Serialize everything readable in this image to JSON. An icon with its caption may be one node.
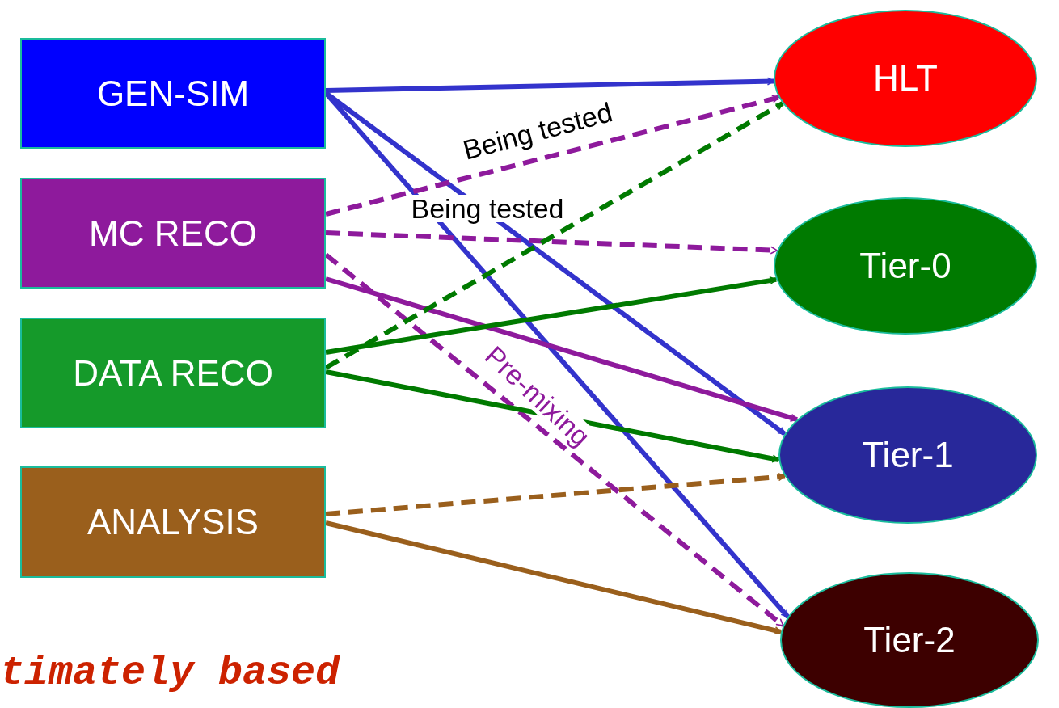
{
  "diagram": {
    "nodes": [
      {
        "text": [
          "GEN-SIM"
        ]
      },
      {
        "text": [
          "MC RECO"
        ]
      },
      {
        "text": [
          "DATA RECO"
        ]
      },
      {
        "text": [
          "ANALYSIS"
        ]
      },
      {
        "text": [
          "HLT"
        ]
      },
      {
        "text": [
          "Tier-0"
        ]
      },
      {
        "text": [
          "Tier-1"
        ]
      },
      {
        "text": [
          "Tier-2"
        ]
      }
    ],
    "edges": [
      {
        "from": 0,
        "to": 4,
        "arrow": "to",
        "color": "#3333cc"
      },
      {
        "from": 0,
        "to": 6,
        "arrow": "to",
        "color": "#3333cc"
      },
      {
        "from": 0,
        "to": 7,
        "arrow": "to",
        "color": "#3333cc"
      },
      {
        "from": 1,
        "to": 4,
        "arrow": "to",
        "style": "dashed",
        "color": "#8e1a9c",
        "label": "Being tested"
      },
      {
        "from": 1,
        "to": 5,
        "arrow": "to",
        "style": "dashed",
        "color": "#8e1a9c",
        "label": "Being tested"
      },
      {
        "from": 1,
        "to": 6,
        "arrow": "to",
        "color": "#8e1a9c"
      },
      {
        "from": 1,
        "to": 7,
        "arrow": "to",
        "style": "dashed",
        "color": "#8e1a9c",
        "label": "Pre-mixing"
      },
      {
        "from": 2,
        "to": 4,
        "arrow": "to",
        "style": "dashed",
        "color": "#007a00"
      },
      {
        "from": 2,
        "to": 5,
        "arrow": "to",
        "color": "#007a00"
      },
      {
        "from": 2,
        "to": 6,
        "arrow": "to",
        "color": "#007a00"
      },
      {
        "from": 3,
        "to": 6,
        "arrow": "to",
        "style": "dashed",
        "color": "#9a5f1c"
      },
      {
        "from": 3,
        "to": 7,
        "arrow": "to",
        "color": "#9a5f1c"
      }
    ],
    "labels": [
      "timately based"
    ]
  }
}
